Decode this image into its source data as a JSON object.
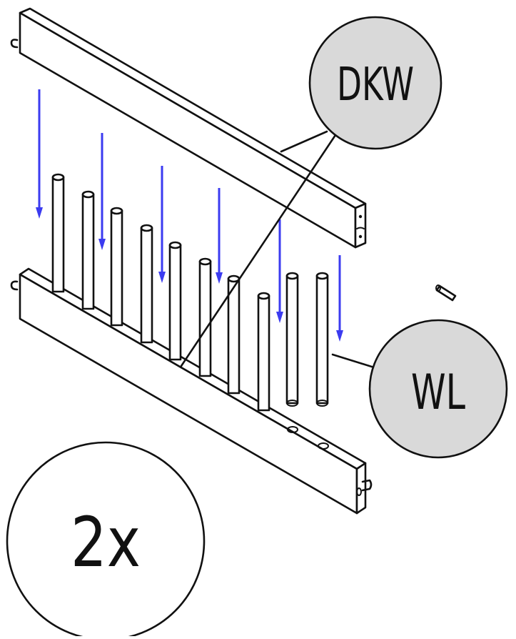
{
  "callouts": {
    "rail_part_code": "DKW",
    "dowel_part_code": "WL",
    "quantity": "2x"
  },
  "colors": {
    "arrow": "#3b3bf0",
    "callout_fill": "#d9d9d9",
    "line": "#111111"
  },
  "icons": [
    "down-arrow-icon"
  ]
}
